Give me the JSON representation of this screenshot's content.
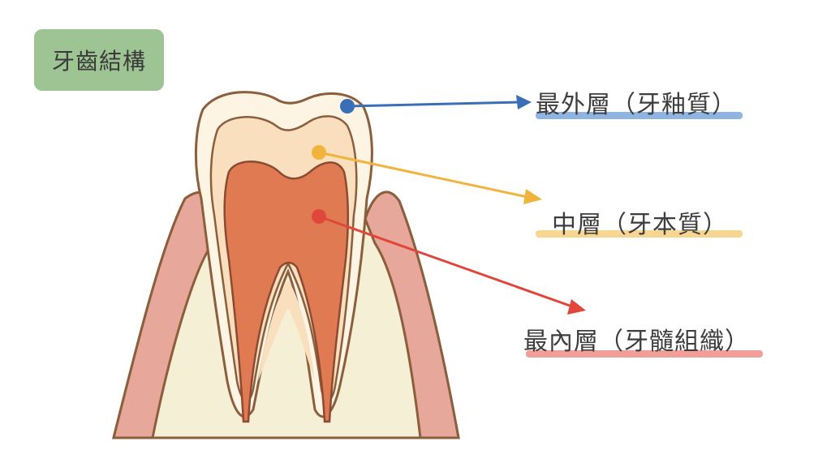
{
  "title": "牙齒結構",
  "labels": {
    "outer": "最外層（牙釉質）",
    "middle": "中層（牙本質）",
    "inner": "最內層（牙髓組織）"
  },
  "colors": {
    "outer": "#3a6fb8",
    "middle": "#f0b43c",
    "inner": "#e0463a",
    "badge": "#9dc492"
  }
}
